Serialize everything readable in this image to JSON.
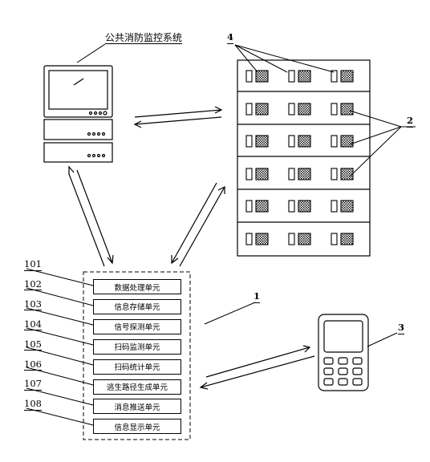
{
  "system_title": "公共消防监控系统",
  "refs": {
    "r1": "1",
    "r2": "2",
    "r3": "3",
    "r4": "4"
  },
  "units": [
    {
      "num": "101",
      "label": "数据处理单元"
    },
    {
      "num": "102",
      "label": "信息存储单元"
    },
    {
      "num": "103",
      "label": "信号探测单元"
    },
    {
      "num": "104",
      "label": "扫码监测单元"
    },
    {
      "num": "105",
      "label": "扫码统计单元"
    },
    {
      "num": "106",
      "label": "逃生路径生成单元"
    },
    {
      "num": "107",
      "label": "消息推送单元"
    },
    {
      "num": "108",
      "label": "信息显示单元"
    }
  ]
}
